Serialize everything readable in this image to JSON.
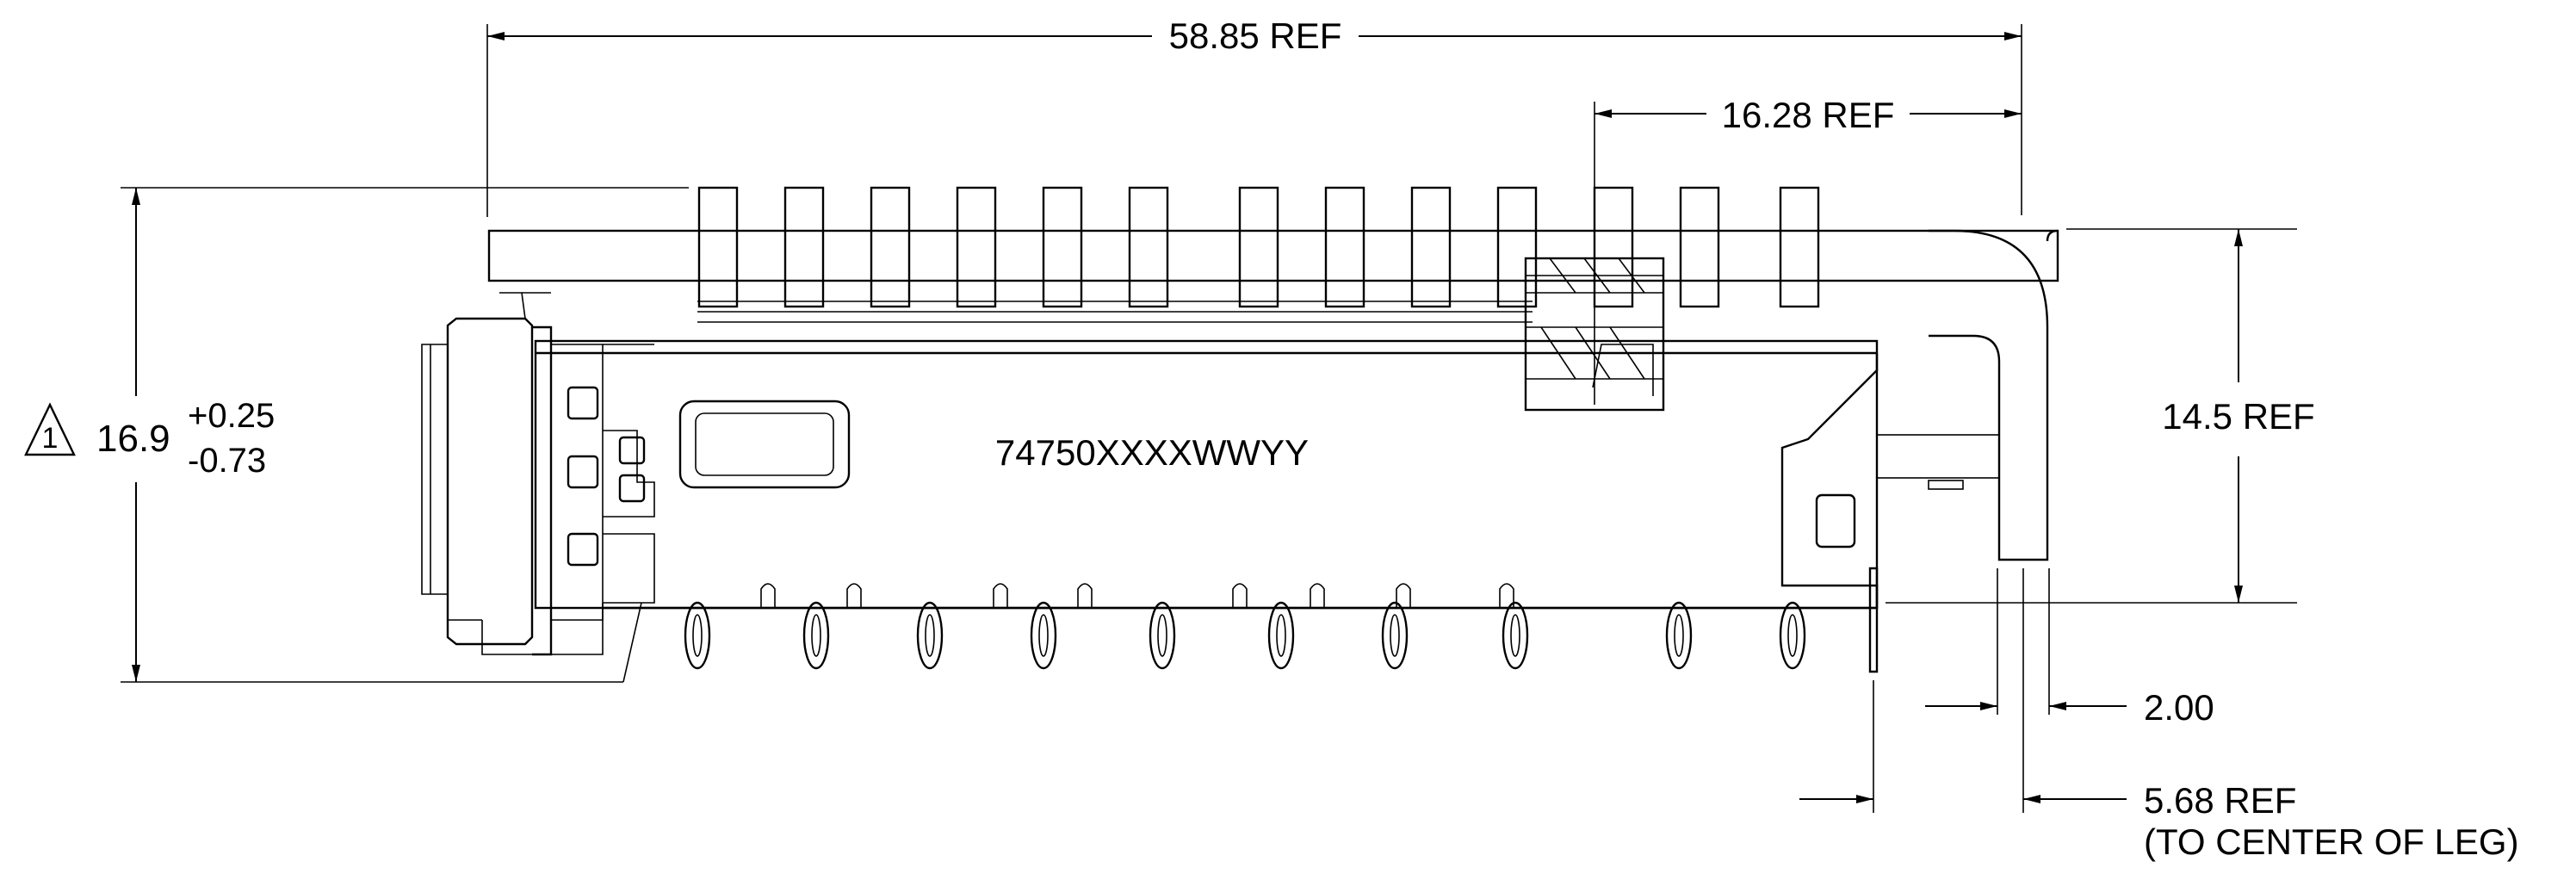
{
  "drawing": {
    "dimensions": {
      "overall_length": "58.85 REF",
      "offset_length": "16.28 REF",
      "height_tolerance": {
        "nominal": "16.9",
        "upper": "+0.25",
        "lower": "-0.73",
        "note_flag": "1"
      },
      "body_height": "14.5 REF",
      "leg_width": "2.00",
      "leg_offset_line1": "5.68 REF",
      "leg_offset_line2": "(TO CENTER OF LEG)"
    },
    "part_marking": "74750XXXXWWYY"
  }
}
